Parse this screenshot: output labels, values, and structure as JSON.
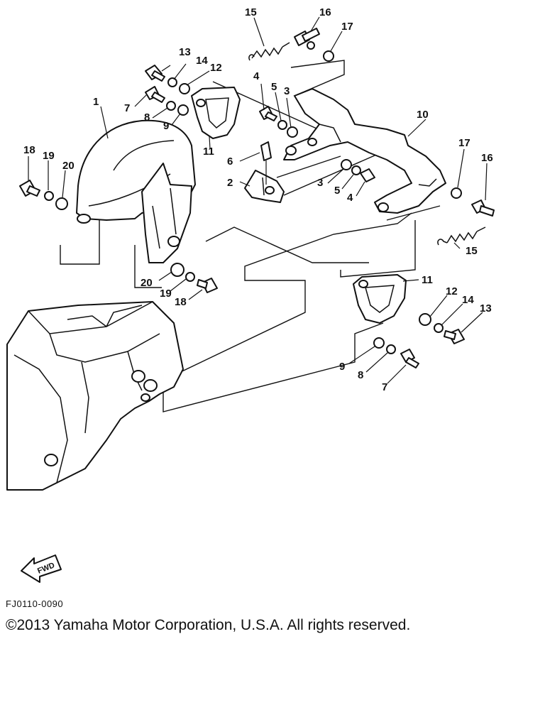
{
  "callouts": [
    {
      "id": "c1",
      "text": "1"
    },
    {
      "id": "c2",
      "text": "2"
    },
    {
      "id": "c3a",
      "text": "3"
    },
    {
      "id": "c3b",
      "text": "3"
    },
    {
      "id": "c4a",
      "text": "4"
    },
    {
      "id": "c4b",
      "text": "4"
    },
    {
      "id": "c5a",
      "text": "5"
    },
    {
      "id": "c5b",
      "text": "5"
    },
    {
      "id": "c6",
      "text": "6"
    },
    {
      "id": "c7a",
      "text": "7"
    },
    {
      "id": "c7b",
      "text": "7"
    },
    {
      "id": "c8a",
      "text": "8"
    },
    {
      "id": "c8b",
      "text": "8"
    },
    {
      "id": "c9a",
      "text": "9"
    },
    {
      "id": "c9b",
      "text": "9"
    },
    {
      "id": "c10",
      "text": "10"
    },
    {
      "id": "c11a",
      "text": "11"
    },
    {
      "id": "c11b",
      "text": "11"
    },
    {
      "id": "c12a",
      "text": "12"
    },
    {
      "id": "c12b",
      "text": "12"
    },
    {
      "id": "c13a",
      "text": "13"
    },
    {
      "id": "c13b",
      "text": "13"
    },
    {
      "id": "c14a",
      "text": "14"
    },
    {
      "id": "c14b",
      "text": "14"
    },
    {
      "id": "c15a",
      "text": "15"
    },
    {
      "id": "c15b",
      "text": "15"
    },
    {
      "id": "c16a",
      "text": "16"
    },
    {
      "id": "c16b",
      "text": "16"
    },
    {
      "id": "c17a",
      "text": "17"
    },
    {
      "id": "c17b",
      "text": "17"
    },
    {
      "id": "c18a",
      "text": "18"
    },
    {
      "id": "c18b",
      "text": "18"
    },
    {
      "id": "c19a",
      "text": "19"
    },
    {
      "id": "c19b",
      "text": "19"
    },
    {
      "id": "c20a",
      "text": "20"
    },
    {
      "id": "c20b",
      "text": "20"
    }
  ],
  "fwd_label": "FWD",
  "diagram_code": "FJ0110-0090",
  "copyright": "©2013 Yamaha Motor Corporation, U.S.A. All rights reserved."
}
